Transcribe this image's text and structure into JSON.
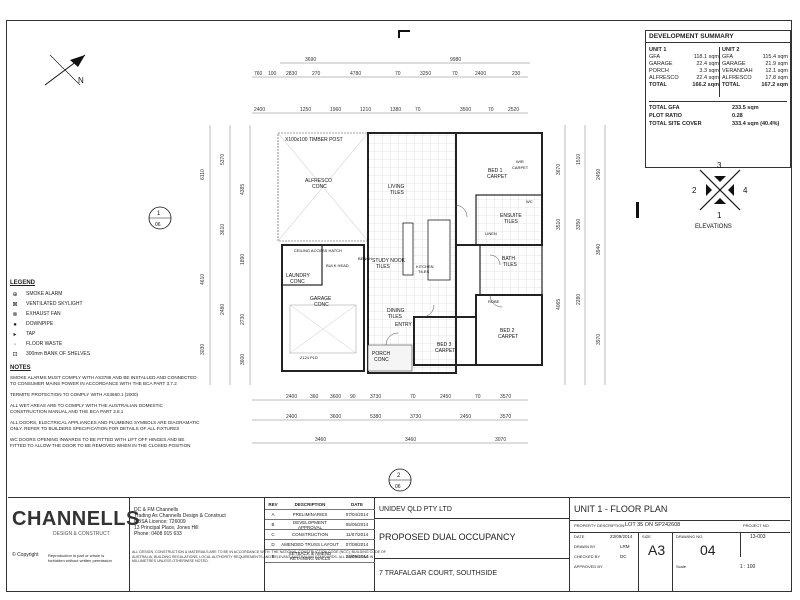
{
  "dev_summary": {
    "title": "DEVELOPMENT SUMMARY",
    "unit1": {
      "title": "UNIT 1",
      "rows": [
        [
          "GFA",
          "118.1 sqm"
        ],
        [
          "GARAGE",
          "22.4 sqm"
        ],
        [
          "PORCH",
          "3.3 sqm"
        ],
        [
          "ALFRESCO",
          "22.4 sqm"
        ]
      ],
      "total": [
        "TOTAL",
        "166.2 sqm"
      ]
    },
    "unit2": {
      "title": "UNIT 2",
      "rows": [
        [
          "GFA",
          "115.4 sqm"
        ],
        [
          "GARAGE",
          "21.9 sqm"
        ],
        [
          "VERANDAH",
          "12.1 sqm"
        ],
        [
          "ALFRESCO",
          "17.8 sqm"
        ]
      ],
      "total": [
        "TOTAL",
        "167.2 sqm"
      ]
    },
    "totals": [
      [
        "TOTAL GFA",
        "233.5 sqm"
      ],
      [
        "PLOT RATIO",
        "0.28"
      ],
      [
        "TOTAL SITE COVER",
        "333.4 sqm (40.4%)"
      ]
    ]
  },
  "elevations": {
    "label": "ELEVATIONS",
    "n1": "1",
    "n2": "2",
    "n3": "3",
    "n4": "4"
  },
  "section_markers": {
    "left_num": "1",
    "left_sheet": "06",
    "bottom_num": "2",
    "bottom_sheet": "06"
  },
  "rooms": {
    "alfresco": "ALFRESCO",
    "alfresco_sub": "CONC",
    "living": "LIVING",
    "living_sub": "TILES",
    "bed1": "BED 1",
    "bed1_sub": "CARPET",
    "wir": "WIR",
    "wir_sub": "CARPET",
    "ensuite": "ENSUITE",
    "ensuite_sub": "TILES",
    "wc": "WC",
    "linen": "LINEN",
    "bath": "BATH",
    "bath_sub": "TILES",
    "study": "STUDY NOOK",
    "study_sub": "TILES",
    "kitchen": "KITCHEN",
    "kitchen_sub": "TILES",
    "laundry": "LAUNDRY",
    "laundry_sub": "CONC",
    "ceiling": "CEILING ACCESS HATCH",
    "bulkhead": "BULK HEAD",
    "garage": "GARAGE",
    "garage_sub": "CONC",
    "dining": "DINING",
    "dining_sub": "TILES",
    "entry": "ENTRY",
    "porch": "PORCH",
    "porch_sub": "CONC",
    "bed2": "BED 2",
    "bed2_sub": "CARPET",
    "bed3": "BED 3",
    "bed3_sub": "CARPET",
    "robe": "ROBE",
    "timber_post": "X100x100 TIMBER POST",
    "bench": "BENCH",
    "pld": "2124 PLD"
  },
  "dims": {
    "top1": "3690",
    "top2": "9980",
    "top_row2": [
      "760",
      "100",
      "2830",
      "270",
      "4780",
      "70",
      "3250",
      "70",
      "2400",
      "230"
    ],
    "top_row3": [
      "2400",
      "1250",
      "1960",
      "1210",
      "1380",
      "70",
      "3500",
      "70",
      "2520"
    ],
    "bottom1": [
      "2400",
      "360",
      "3600",
      "90",
      "3730",
      "70",
      "2450",
      "70",
      "3570"
    ],
    "bottom2": [
      "2400",
      "3600",
      "5380",
      "3730",
      "2450",
      "3570"
    ],
    "bottom3": [
      "3460",
      "3460",
      "3070"
    ],
    "left": [
      "6110",
      "5370",
      "4610",
      "3610",
      "4385",
      "1890",
      "2480",
      "2730",
      "3030",
      "3600"
    ],
    "right": [
      "3670",
      "1510",
      "2450",
      "3510",
      "3350",
      "3940",
      "4065",
      "2280",
      "3970"
    ]
  },
  "legend": {
    "title": "LEGEND",
    "items": [
      "SMOKE ALARM",
      "VENTILATED SKYLIGHT",
      "EXHAUST FAN",
      "DOWNPIPE",
      "TAP",
      "FLOOR WASTE",
      "300mm BANK OF SHELVES"
    ]
  },
  "notes": {
    "title": "NOTES",
    "items": [
      "Smoke alarms must comply with AS3786 and be installed and connected to consumer mains power in accordance with the BCA part 3.7.2",
      "Termite protection to comply with AS3660.1 (2000)",
      "All wet areas are to comply with the Australian Domestic Construction Manual and the BCA part 3.8.1",
      "All doors, electrical appliances and plumbing symbols are diagramatic only. Refer to builders specification for details of all fixtures",
      "WC doors opening inwards to be fitted with lift off hinges and be fitted to allow the door to be removed when in the closed position"
    ]
  },
  "titleblock": {
    "brand": "CHANNELLS",
    "brand_sub": "DESIGN & CONSTRUCT",
    "copyright": "© Copyright",
    "copyright_text": "Reproduction in part or whole is forbidden without written permission",
    "company": "DC & FM Channells",
    "trading": "Trading As Channells Design & Construct",
    "qbsa": "QBSA Licence: 726009",
    "address": "13 Principal Place, Jones Hill",
    "phone": "Phone: 0408 915 633",
    "warning": "ALL DESIGN, CONSTRUCTION & MATERIALS ARE TO BE IN ACCORDANCE WITH: THE NATIONAL CONSTRUCTION CODE (NCC), BUILDING CODE OF AUSTRALIA, BUILDING REGULATIONS, LOCAL AUTHORITY REQUIREMENTS AND RELEVANT AUSTRALIAN STANDARDS. ALL DIMENSIONS IN MILLIMETRES UNLESS OTHERWISE NOTED.",
    "rev_head": [
      "REV",
      "DESCRIPTION",
      "DATE"
    ],
    "revs": [
      [
        "A",
        "PRELIMINARIES",
        "07/04/2014"
      ],
      [
        "B",
        "DEVELOPMENT APPROVAL",
        "05/05/2014"
      ],
      [
        "C",
        "CONSTRUCTION",
        "11/07/2014"
      ],
      [
        "D",
        "AMENDED TRUSS LAYOUT",
        "07/08/2014"
      ],
      [
        "E",
        "SETBACK & AMEND RETAINING WALLS",
        "23/09/2014"
      ]
    ],
    "client": "UNIDEV QLD PTY LTD",
    "project": "PROPOSED DUAL OCCUPANCY",
    "site": "7 TRAFALGAR COURT, SOUTHSIDE",
    "sheet_title": "UNIT 1 - FLOOR PLAN",
    "prop_label": "PROPERTY DESCRIPTION:",
    "prop": "LOT 35 ON SP242608",
    "date_label": "DATE",
    "date": "23/09/2014",
    "drawn_label": "DRAWN BY",
    "drawn": "LRM",
    "checked_label": "CHECKED BY",
    "checked": "DC",
    "approved_label": "APPROVED BY",
    "size_label": "SIZE",
    "size": "A3",
    "project_no_label": "PROJECT NO.",
    "project_no": "13-003",
    "drawing_no_label": "DRAWING NO.",
    "drawing_no": "04",
    "scale_label": "Scale",
    "scale": "1 : 100"
  }
}
